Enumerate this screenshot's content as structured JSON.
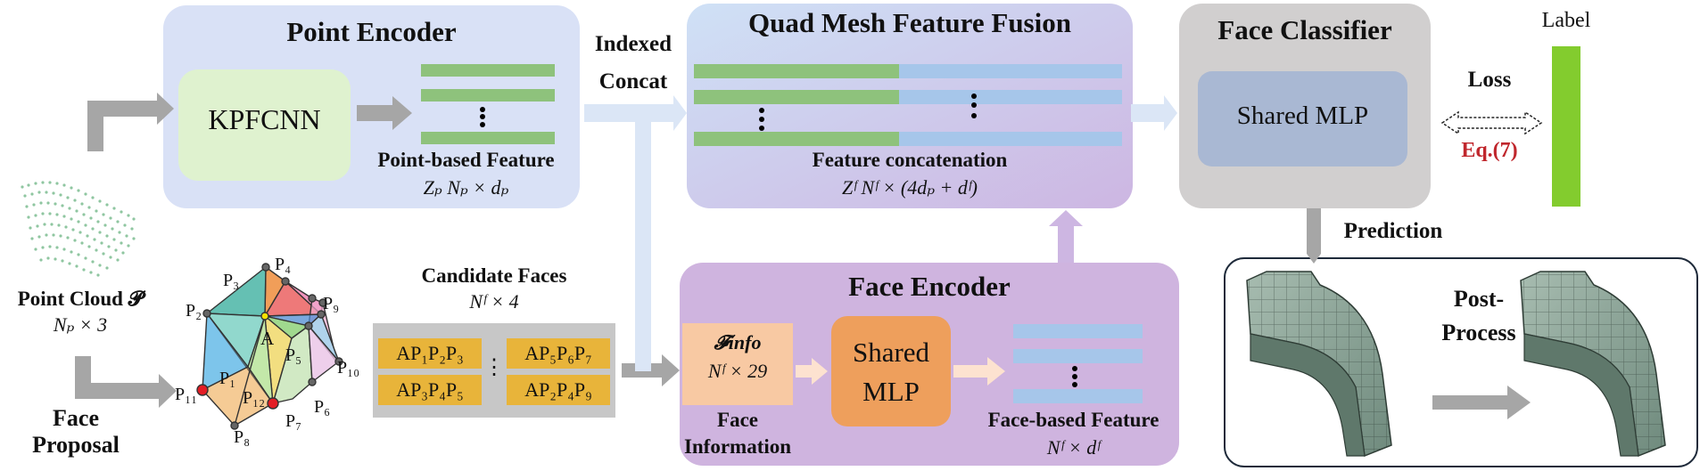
{
  "point_encoder": {
    "title": "Point Encoder",
    "kpfcnn": "KPFCNN",
    "feature_label": "Point-based Feature",
    "feature_symbol": "Zₚ   Nₚ × dₚ"
  },
  "indexed_concat": {
    "line1": "Indexed",
    "line2": "Concat"
  },
  "fusion": {
    "title": "Quad Mesh Feature Fusion",
    "label": "Feature concatenation",
    "symbol": "Zᶠ   Nᶠ × (4dₚ + dᶠ)"
  },
  "classifier": {
    "title": "Face Classifier",
    "mlp": "Shared MLP"
  },
  "loss": {
    "title": "Loss",
    "eq": "Eq.(7)"
  },
  "label_title": "Label",
  "point_cloud": {
    "line1": "Point Cloud 𝓟",
    "line2": "Nₚ × 3"
  },
  "face_proposal": {
    "line1": "Face",
    "line2": "Proposal"
  },
  "polyhedron_labels": [
    "P₁",
    "P₂",
    "P₃",
    "P₄",
    "P₅",
    "P₆",
    "P₇",
    "P₈",
    "P₉",
    "P₁₀",
    "P₁₁",
    "P₁₂",
    "A"
  ],
  "candidate": {
    "title": "Candidate Faces",
    "size": "Nᶠ × 4",
    "faces": [
      "AP₁P₂P₃",
      "AP₅P₆P₇",
      "AP₃P₄P₅",
      "AP₂P₄P₉"
    ],
    "ellipsis": "⋮"
  },
  "face_encoder": {
    "title": "Face Encoder",
    "info_symbol": "𝓕info",
    "info_size": "Nᶠ × 29",
    "info_label_1": "Face",
    "info_label_2": "Information",
    "mlp_1": "Shared",
    "mlp_2": "MLP",
    "feature_label": "Face-based Feature",
    "feature_size": "Nᶠ × dᶠ"
  },
  "prediction": "Prediction",
  "post_process": {
    "line1": "Post-",
    "line2": "Process"
  },
  "colors": {
    "point_panel": "#d9e1f6",
    "kpfcnn": "#dff2cf",
    "green_bar": "#8ec27c",
    "blue_bar": "#a6c6ea",
    "face_panel": "#cfb4df",
    "classifier_panel": "#d1cfcf",
    "classifier_mlp": "#a9b8d3",
    "label_bar": "#83cc2e",
    "face_mlp": "#ee9f5c",
    "face_info": "#f8c9a3",
    "candidate_bg": "#c7c7c7",
    "candidate_face": "#e8b43a",
    "eq_red": "#c0272d",
    "mesh": "#8aa497"
  }
}
